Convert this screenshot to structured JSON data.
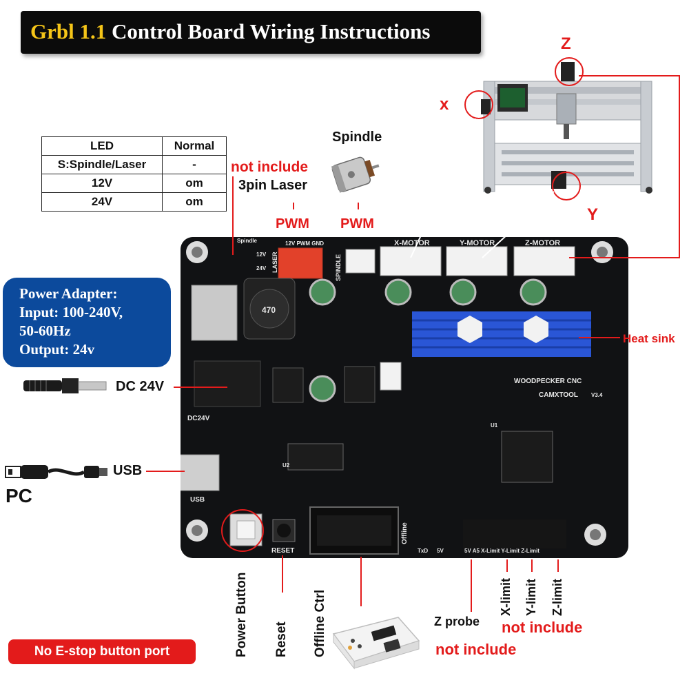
{
  "title": {
    "accent": "Grbl 1.1",
    "rest": "Control Board Wiring Instructions"
  },
  "led_table": {
    "headers": [
      "LED",
      "Normal"
    ],
    "rows": [
      [
        "S:Spindle/Laser",
        "-"
      ],
      [
        "12V",
        "om"
      ],
      [
        "24V",
        "om"
      ]
    ]
  },
  "labels": {
    "spindle": "Spindle",
    "not_include_laser": "not include",
    "laser_3pin": "3pin Laser",
    "pwm_laser": "PWM",
    "pwm_spindle": "PWM",
    "axis_z": "Z",
    "axis_x": "x",
    "axis_y": "Y",
    "heat_sink": "Heat sink",
    "dc": "DC 24V",
    "usb": "USB",
    "pc": "PC",
    "power_button": "Power Button",
    "reset": "Reset",
    "offline_ctrl": "Offline Ctrl",
    "z_probe": "Z probe",
    "x_limit": "X-limit",
    "y_limit": "Y-limit",
    "z_limit": "Z-limit",
    "not_include_limits": "not include",
    "not_include_offline": "not include",
    "estop": "No E-stop button port"
  },
  "power_adapter": {
    "line1": "Power Adapter:",
    "line2": "Input: 100-240V,",
    "line3": "50-60Hz",
    "line4": "Output: 24v"
  },
  "board_silk": {
    "x_motor": "X-MOTOR",
    "y_motor": "Y-MOTOR",
    "z_motor": "Z-MOTOR",
    "spindle_header": "Spindle",
    "laser": "LASER",
    "laser_pins": "12V PWM GND",
    "spindle_port": "SPINDLE",
    "brand": "WOODPECKER CNC",
    "model": "CAMXTOOL",
    "version": "V3.4",
    "dc24v": "DC24V",
    "usb": "USB",
    "reset": "RESET",
    "offline": "Offline",
    "pins": "5V A5 X-Limit Y-Limit Z-Limit",
    "txd": "TxD",
    "v5": "5V",
    "v12": "12V",
    "v24": "24V",
    "inductor": "470",
    "u1": "U1",
    "u2": "U2"
  },
  "colors": {
    "red_label": "#e31b1b",
    "banner_bg": "#0b0b0b",
    "title_accent": "#f5c518",
    "power_box": "#0c4a9c",
    "board": "#111214",
    "heat_sink": "#2a56d6"
  }
}
